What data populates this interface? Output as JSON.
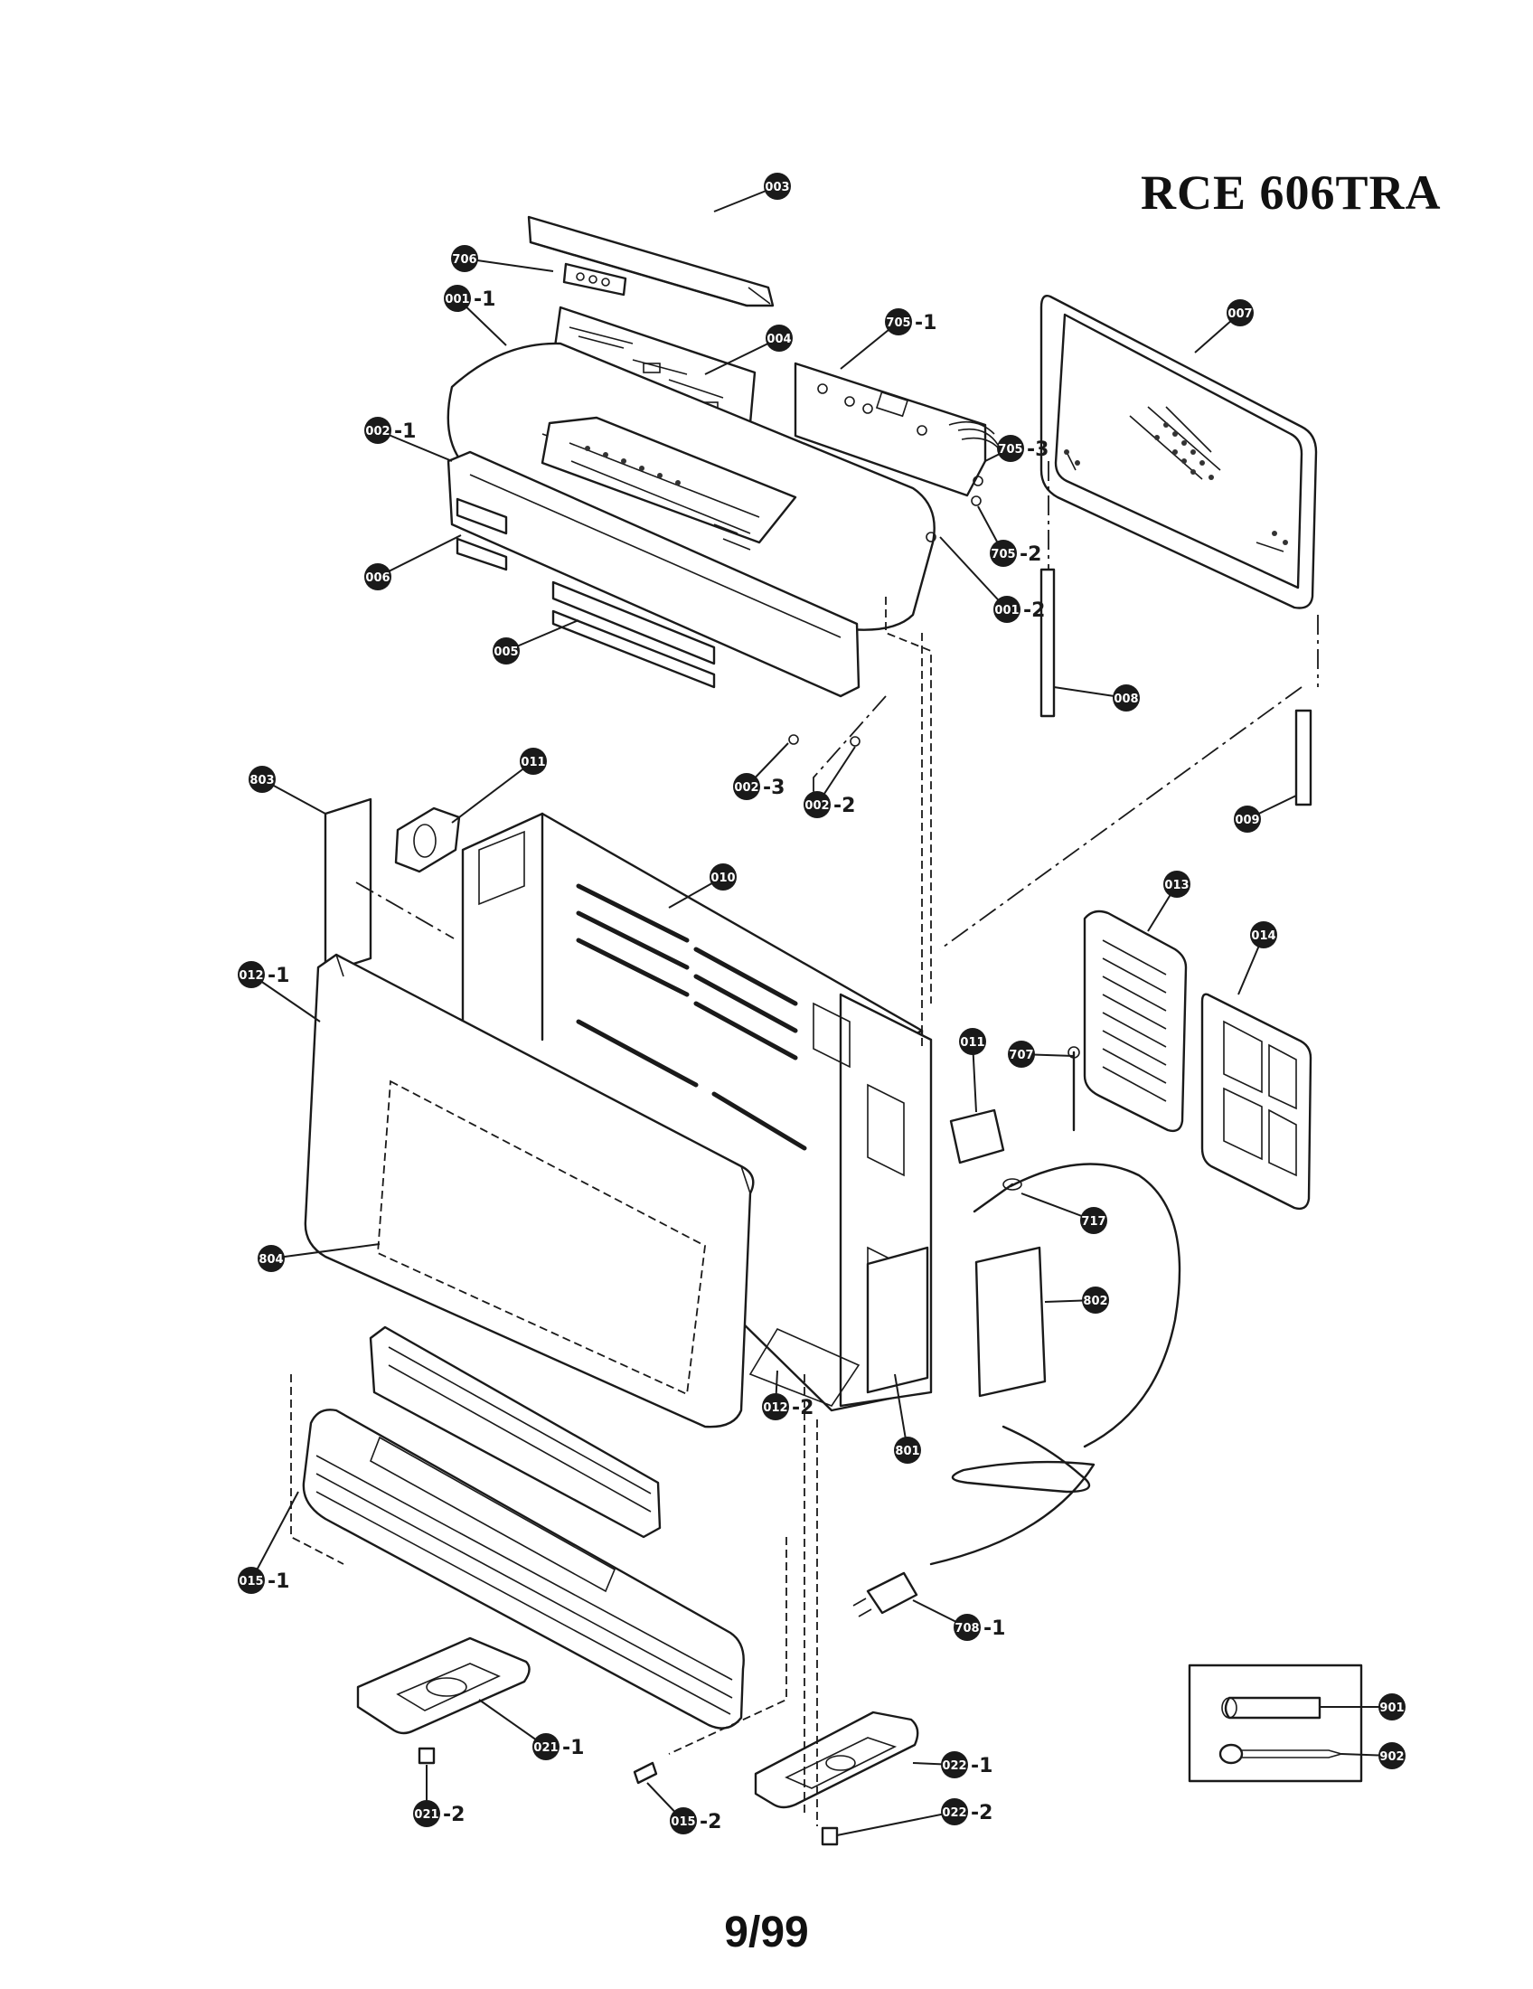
{
  "title": "RCE 606TRA",
  "page_number": "9/99",
  "callouts": [
    {
      "id": "c003",
      "code": "003",
      "suffix": ""
    },
    {
      "id": "c706",
      "code": "706",
      "suffix": ""
    },
    {
      "id": "c001_1",
      "code": "001",
      "suffix": "-1"
    },
    {
      "id": "c004",
      "code": "004",
      "suffix": ""
    },
    {
      "id": "c705_1",
      "code": "705",
      "suffix": "-1"
    },
    {
      "id": "c007",
      "code": "007",
      "suffix": ""
    },
    {
      "id": "c002_1",
      "code": "002",
      "suffix": "-1"
    },
    {
      "id": "c705_3",
      "code": "705",
      "suffix": "-3"
    },
    {
      "id": "c705_2",
      "code": "705",
      "suffix": "-2"
    },
    {
      "id": "c006",
      "code": "006",
      "suffix": ""
    },
    {
      "id": "c001_2",
      "code": "001",
      "suffix": "-2"
    },
    {
      "id": "c005",
      "code": "005",
      "suffix": ""
    },
    {
      "id": "c008",
      "code": "008",
      "suffix": ""
    },
    {
      "id": "c002_3",
      "code": "002",
      "suffix": "-3"
    },
    {
      "id": "c002_2",
      "code": "002",
      "suffix": "-2"
    },
    {
      "id": "c009",
      "code": "009",
      "suffix": ""
    },
    {
      "id": "c803",
      "code": "803",
      "suffix": ""
    },
    {
      "id": "c011a",
      "code": "011",
      "suffix": ""
    },
    {
      "id": "c010",
      "code": "010",
      "suffix": ""
    },
    {
      "id": "c013",
      "code": "013",
      "suffix": ""
    },
    {
      "id": "c014",
      "code": "014",
      "suffix": ""
    },
    {
      "id": "c012_1",
      "code": "012",
      "suffix": "-1"
    },
    {
      "id": "c011b",
      "code": "011",
      "suffix": ""
    },
    {
      "id": "c707",
      "code": "707",
      "suffix": ""
    },
    {
      "id": "c717",
      "code": "717",
      "suffix": ""
    },
    {
      "id": "c804",
      "code": "804",
      "suffix": ""
    },
    {
      "id": "c802",
      "code": "802",
      "suffix": ""
    },
    {
      "id": "c012_2",
      "code": "012",
      "suffix": "-2"
    },
    {
      "id": "c801",
      "code": "801",
      "suffix": ""
    },
    {
      "id": "c015_1",
      "code": "015",
      "suffix": "-1"
    },
    {
      "id": "c708_1",
      "code": "708",
      "suffix": "-1"
    },
    {
      "id": "c021_1",
      "code": "021",
      "suffix": "-1"
    },
    {
      "id": "c901",
      "code": "901",
      "suffix": ""
    },
    {
      "id": "c022_1",
      "code": "022",
      "suffix": "-1"
    },
    {
      "id": "c902",
      "code": "902",
      "suffix": ""
    },
    {
      "id": "c021_2",
      "code": "021",
      "suffix": "-2"
    },
    {
      "id": "c015_2",
      "code": "015",
      "suffix": "-2"
    },
    {
      "id": "c022_2",
      "code": "022",
      "suffix": "-2"
    }
  ]
}
